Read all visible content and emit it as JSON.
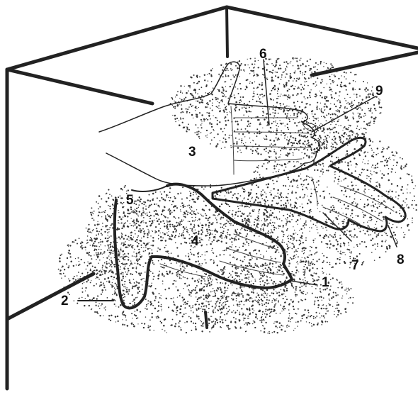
{
  "figure": {
    "labels": [
      {
        "id": "label-1",
        "text": "1"
      },
      {
        "id": "label-2",
        "text": "2"
      },
      {
        "id": "label-3",
        "text": "3"
      },
      {
        "id": "label-4",
        "text": "4"
      },
      {
        "id": "label-5",
        "text": "5"
      },
      {
        "id": "label-6",
        "text": "6"
      },
      {
        "id": "label-7",
        "text": "7"
      },
      {
        "id": "label-8",
        "text": "8"
      },
      {
        "id": "label-9",
        "text": "9"
      }
    ],
    "colors": {
      "ink": "#222222",
      "speckle": "#333333",
      "paper": "#ffffff"
    }
  }
}
